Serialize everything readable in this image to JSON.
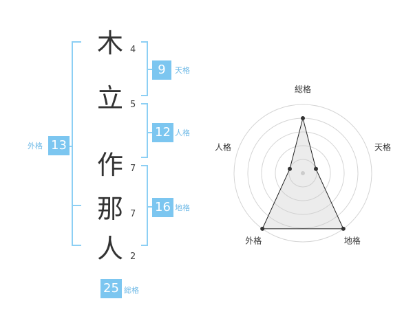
{
  "name": {
    "chars": [
      {
        "char": "木",
        "strokes": "4"
      },
      {
        "char": "立",
        "strokes": "5"
      },
      {
        "char": "作",
        "strokes": "7"
      },
      {
        "char": "那",
        "strokes": "7"
      },
      {
        "char": "人",
        "strokes": "2"
      }
    ]
  },
  "fortunes": {
    "tenkaku": {
      "value": "9",
      "label": "天格"
    },
    "jinkaku": {
      "value": "12",
      "label": "人格"
    },
    "chikaku": {
      "value": "16",
      "label": "地格"
    },
    "gaikaku": {
      "value": "13",
      "label": "外格"
    },
    "soukaku": {
      "value": "25",
      "label": "総格"
    }
  },
  "colors": {
    "accent": "#7cc6f0",
    "bracket": "#8ccff4",
    "label": "#6cb8e6",
    "text": "#333333"
  },
  "chart_data": {
    "type": "radar",
    "axes": [
      "総格",
      "天格",
      "地格",
      "外格",
      "人格"
    ],
    "values": [
      4,
      1,
      5,
      5,
      1
    ],
    "max": 5,
    "rings": 5
  }
}
